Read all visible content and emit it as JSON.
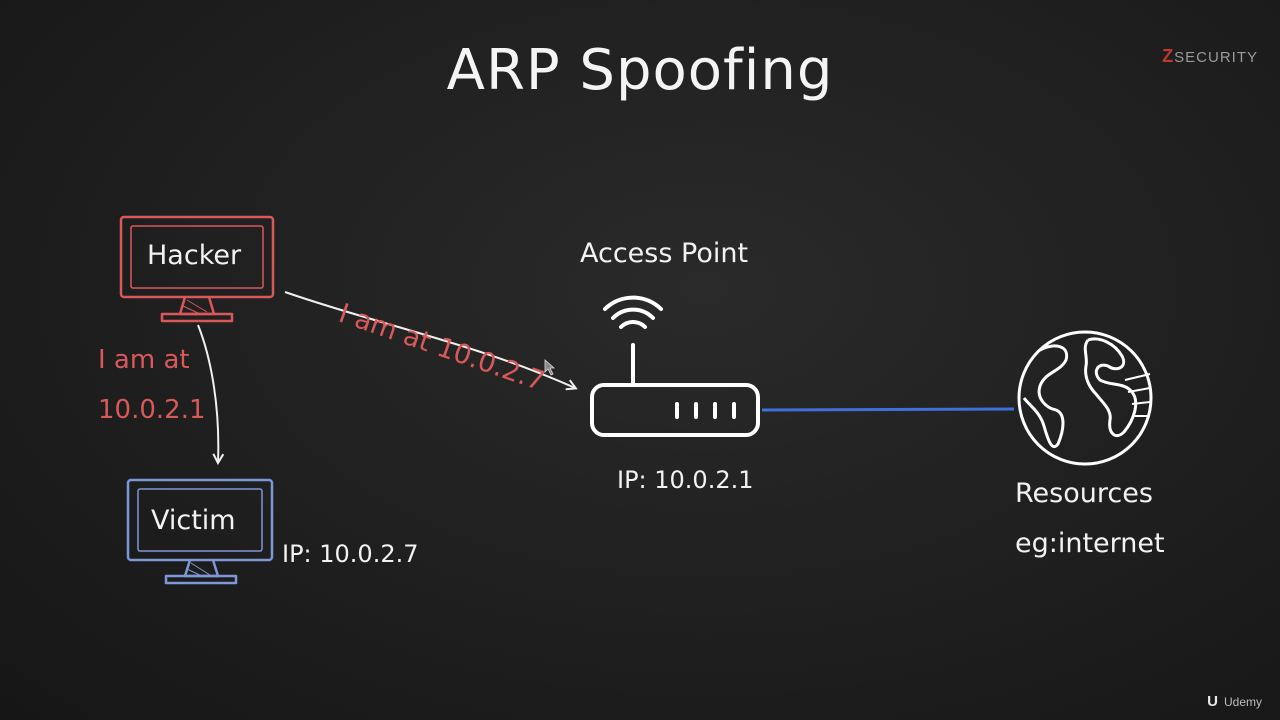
{
  "slide": {
    "title": "ARP Spoofing",
    "brand_mark": "Z",
    "brand_text": "SECURITY"
  },
  "nodes": {
    "hacker": {
      "label": "Hacker",
      "color": "#d9585a"
    },
    "victim": {
      "label": "Victim",
      "ip": "IP: 10.0.2.7",
      "color": "#7e97d6"
    },
    "access_point": {
      "label": "Access Point",
      "ip": "IP: 10.0.2.1"
    },
    "resources": {
      "line1": "Resources",
      "line2": "eg:internet"
    }
  },
  "messages": {
    "to_victim_line1": "I am at",
    "to_victim_line2": "10.0.2.1",
    "to_router": "I am at 10.0.2.7"
  },
  "colors": {
    "attack_text": "#d9585a",
    "link_line": "#3f6fd8",
    "background": "#1e1e1e"
  },
  "footer": {
    "logo": "U",
    "text": "Udemy"
  }
}
